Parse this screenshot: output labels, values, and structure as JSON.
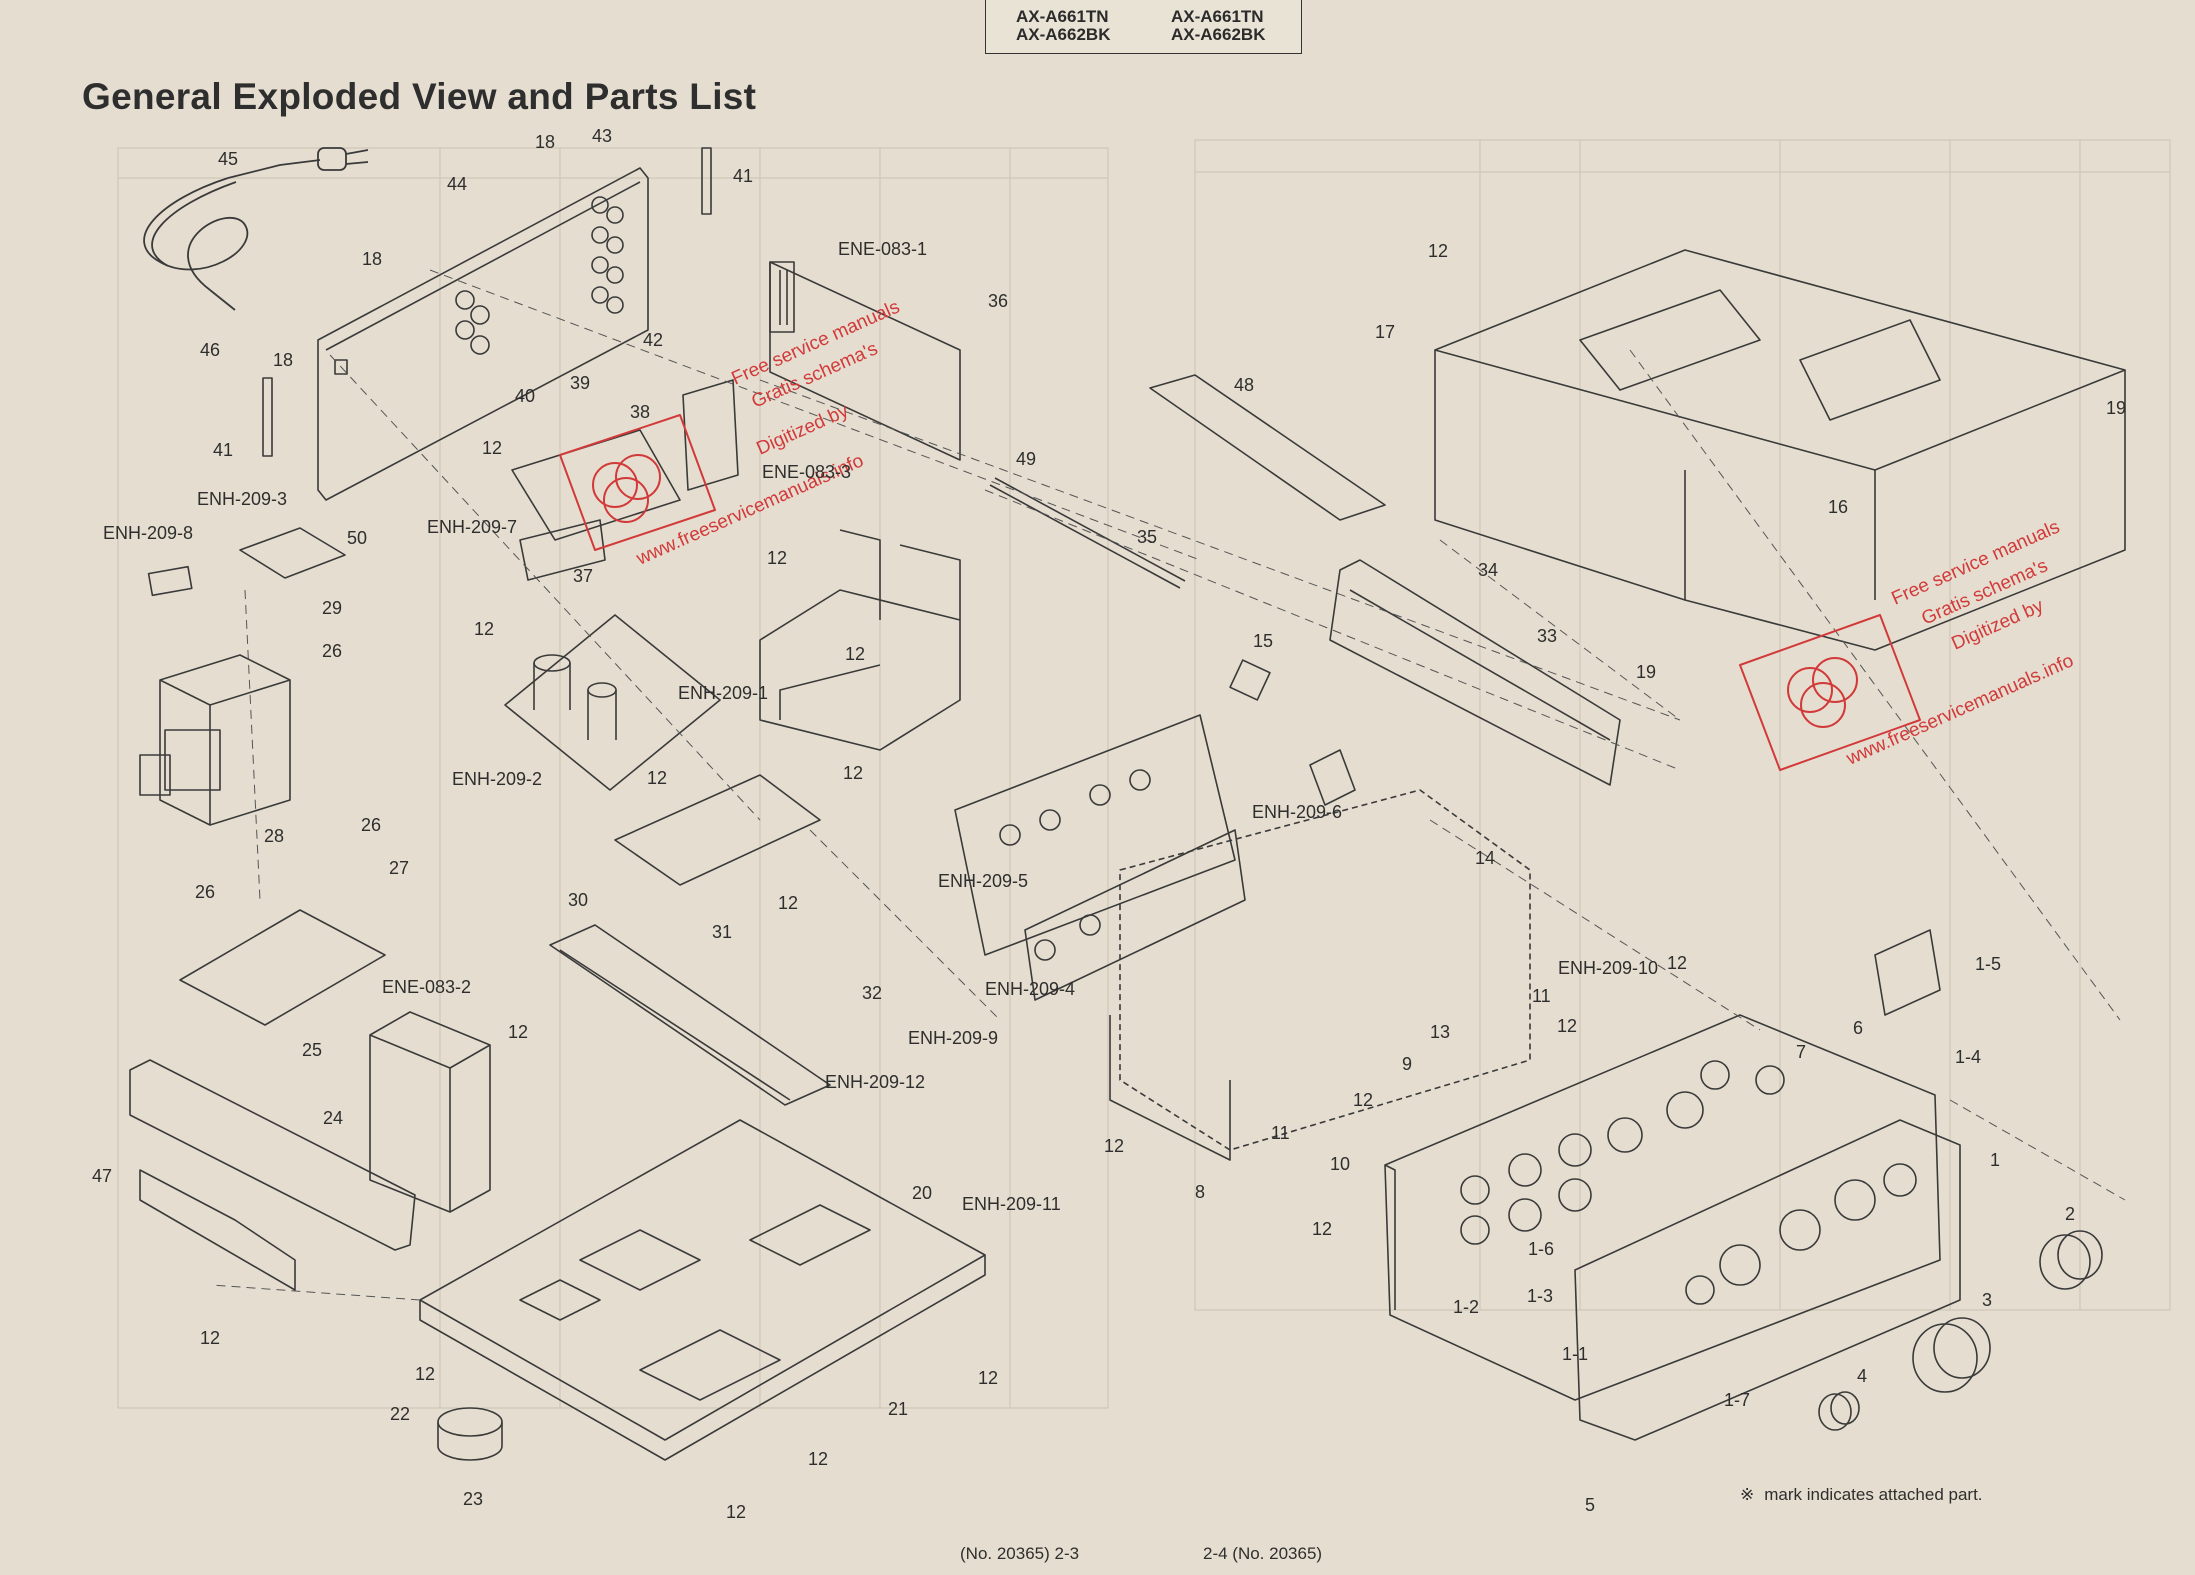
{
  "header": {
    "models_left": [
      "AX-A661TN",
      "AX-A662BK"
    ],
    "models_right": [
      "AX-A661TN",
      "AX-A662BK"
    ]
  },
  "page_title": "General Exploded View and Parts List",
  "watermarks": [
    {
      "lines": [
        "Free service manuals",
        "Gratis schema's",
        "Digitized by",
        "www.freeservicemanuals.info"
      ]
    },
    {
      "lines": [
        "Free service manuals",
        "Gratis schema's",
        "Digitized by",
        "www.freeservicemanuals.info"
      ]
    }
  ],
  "callouts": [
    {
      "id": "c45",
      "label": "45"
    },
    {
      "id": "c44",
      "label": "44"
    },
    {
      "id": "c46",
      "label": "46"
    },
    {
      "id": "c18a",
      "label": "18"
    },
    {
      "id": "c43",
      "label": "43"
    },
    {
      "id": "c18b",
      "label": "18"
    },
    {
      "id": "c41a",
      "label": "41"
    },
    {
      "id": "c42",
      "label": "42"
    },
    {
      "id": "c18c",
      "label": "18"
    },
    {
      "id": "c41b",
      "label": "41"
    },
    {
      "id": "cENE0831",
      "label": "ENE-083-1"
    },
    {
      "id": "c36",
      "label": "36"
    },
    {
      "id": "c40",
      "label": "40"
    },
    {
      "id": "c39",
      "label": "39"
    },
    {
      "id": "c38",
      "label": "38"
    },
    {
      "id": "c12a",
      "label": "12"
    },
    {
      "id": "cENE0833",
      "label": "ENE-083-3"
    },
    {
      "id": "c49",
      "label": "49"
    },
    {
      "id": "cENH2093",
      "label": "ENH-209-3"
    },
    {
      "id": "cENH2098",
      "label": "ENH-209-8"
    },
    {
      "id": "c50",
      "label": "50"
    },
    {
      "id": "cENH2097",
      "label": "ENH-209-7"
    },
    {
      "id": "c37",
      "label": "37"
    },
    {
      "id": "c29",
      "label": "29"
    },
    {
      "id": "c12b",
      "label": "12"
    },
    {
      "id": "c26a",
      "label": "26"
    },
    {
      "id": "c12c",
      "label": "12"
    },
    {
      "id": "c12d",
      "label": "12"
    },
    {
      "id": "cENH2091",
      "label": "ENH-209-1"
    },
    {
      "id": "c35",
      "label": "35"
    },
    {
      "id": "c48",
      "label": "48"
    },
    {
      "id": "c12e",
      "label": "12"
    },
    {
      "id": "c17",
      "label": "17"
    },
    {
      "id": "c19a",
      "label": "19"
    },
    {
      "id": "c16",
      "label": "16"
    },
    {
      "id": "c34",
      "label": "34"
    },
    {
      "id": "c33",
      "label": "33"
    },
    {
      "id": "c19b",
      "label": "19"
    },
    {
      "id": "c15",
      "label": "15"
    },
    {
      "id": "cENH2092",
      "label": "ENH-209-2"
    },
    {
      "id": "c12f",
      "label": "12"
    },
    {
      "id": "c12g",
      "label": "12"
    },
    {
      "id": "c28",
      "label": "28"
    },
    {
      "id": "c26b",
      "label": "26"
    },
    {
      "id": "c27",
      "label": "27"
    },
    {
      "id": "c26c",
      "label": "26"
    },
    {
      "id": "c30",
      "label": "30"
    },
    {
      "id": "c31",
      "label": "31"
    },
    {
      "id": "cENH2096",
      "label": "ENH-209-6"
    },
    {
      "id": "c14",
      "label": "14"
    },
    {
      "id": "cENH2095",
      "label": "ENH-209-5"
    },
    {
      "id": "c12h",
      "label": "12"
    },
    {
      "id": "cENE0832",
      "label": "ENE-083-2"
    },
    {
      "id": "c32",
      "label": "32"
    },
    {
      "id": "cENH2094",
      "label": "ENH-209-4"
    },
    {
      "id": "cENH20910",
      "label": "ENH-209-10"
    },
    {
      "id": "c12i",
      "label": "12"
    },
    {
      "id": "c11a",
      "label": "11"
    },
    {
      "id": "c1_5",
      "label": "1-5"
    },
    {
      "id": "c25",
      "label": "25"
    },
    {
      "id": "c12j",
      "label": "12"
    },
    {
      "id": "cENH2099",
      "label": "ENH-209-9"
    },
    {
      "id": "c13",
      "label": "13"
    },
    {
      "id": "c12k",
      "label": "12"
    },
    {
      "id": "c6",
      "label": "6"
    },
    {
      "id": "c7",
      "label": "7"
    },
    {
      "id": "c1_4",
      "label": "1-4"
    },
    {
      "id": "c24",
      "label": "24"
    },
    {
      "id": "cENH20912",
      "label": "ENH-209-12"
    },
    {
      "id": "c9",
      "label": "9"
    },
    {
      "id": "c12l",
      "label": "12"
    },
    {
      "id": "c47",
      "label": "47"
    },
    {
      "id": "c11b",
      "label": "11"
    },
    {
      "id": "c10",
      "label": "10"
    },
    {
      "id": "c12m",
      "label": "12"
    },
    {
      "id": "c1",
      "label": "1"
    },
    {
      "id": "c20",
      "label": "20"
    },
    {
      "id": "c8",
      "label": "8"
    },
    {
      "id": "cENH20911",
      "label": "ENH-209-11"
    },
    {
      "id": "c12n",
      "label": "12"
    },
    {
      "id": "c2",
      "label": "2"
    },
    {
      "id": "c1_6",
      "label": "1-6"
    },
    {
      "id": "c1_3",
      "label": "1-3"
    },
    {
      "id": "c1_2",
      "label": "1-2"
    },
    {
      "id": "c3",
      "label": "3"
    },
    {
      "id": "c12o",
      "label": "12"
    },
    {
      "id": "c12p",
      "label": "12"
    },
    {
      "id": "c12q",
      "label": "12"
    },
    {
      "id": "c1_1",
      "label": "1-1"
    },
    {
      "id": "c21",
      "label": "21"
    },
    {
      "id": "c22",
      "label": "22"
    },
    {
      "id": "c4",
      "label": "4"
    },
    {
      "id": "c1_7",
      "label": "1-7"
    },
    {
      "id": "c12r",
      "label": "12"
    },
    {
      "id": "c23",
      "label": "23"
    },
    {
      "id": "c12s",
      "label": "12"
    },
    {
      "id": "c5",
      "label": "5"
    }
  ],
  "footnote": {
    "symbol": "※",
    "text": "mark indicates attached part."
  },
  "page_numbers": {
    "left": "(No. 20365) 2-3",
    "right": "2-4 (No. 20365)"
  }
}
